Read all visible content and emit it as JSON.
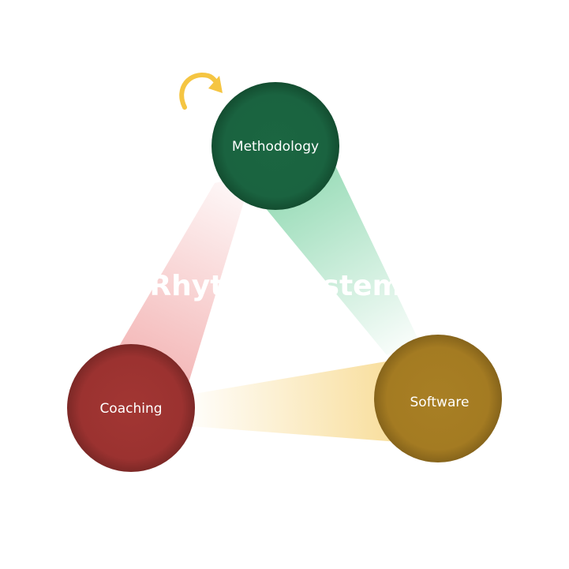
{
  "center_title": "Rhythm Systems",
  "nodes": {
    "methodology": {
      "label": "Methodology",
      "color": "#1b6641"
    },
    "coaching": {
      "label": "Coaching",
      "color": "#9b3230"
    },
    "software": {
      "label": "Software",
      "color": "#a47b22"
    }
  },
  "connections": {
    "coaching_methodology": {
      "color": "#f0a0a0"
    },
    "methodology_software": {
      "color": "#8ed8b0"
    },
    "coaching_software": {
      "color": "#f7d88a"
    }
  },
  "cycle_arrow": {
    "icon": "curved-arrow-icon",
    "color": "#f5c542"
  }
}
